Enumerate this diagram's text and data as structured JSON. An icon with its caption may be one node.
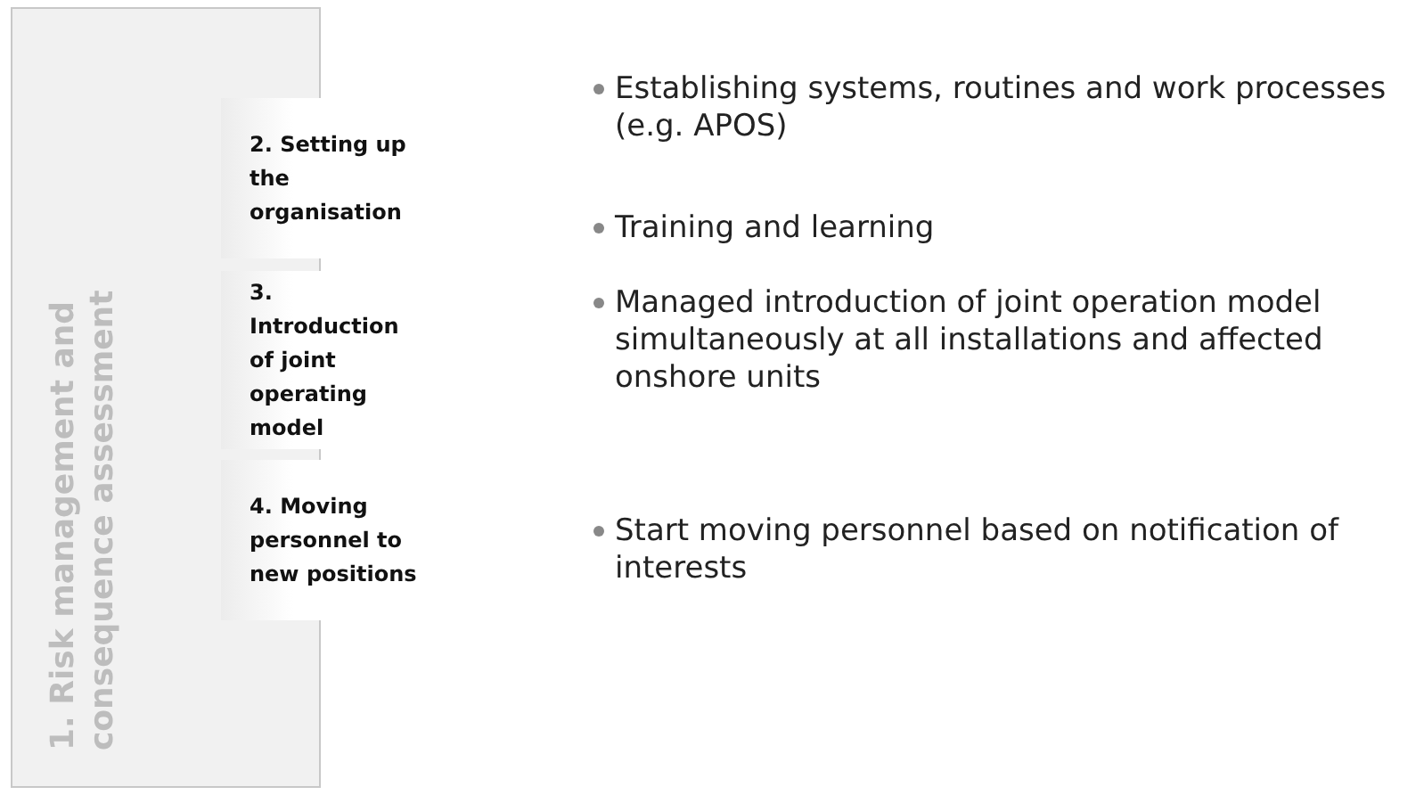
{
  "diagram": {
    "nodes": [
      {
        "text": [
          "1. Risk management and consequence assessment"
        ]
      },
      {
        "text": [
          "2. Setting up the organisation"
        ]
      },
      {
        "text": [
          "3. Introduction of joint operating model"
        ]
      },
      {
        "text": [
          "4. Moving personnel to new positions"
        ]
      }
    ],
    "edges": [],
    "labels": [
      "Establishing systems, routines and work processes (e.g. APOS)",
      "Training and learning",
      "Managed introduction of joint operation model simultaneously at all installations and affected onshore units",
      "Start moving personnel based on notification of interests"
    ]
  }
}
